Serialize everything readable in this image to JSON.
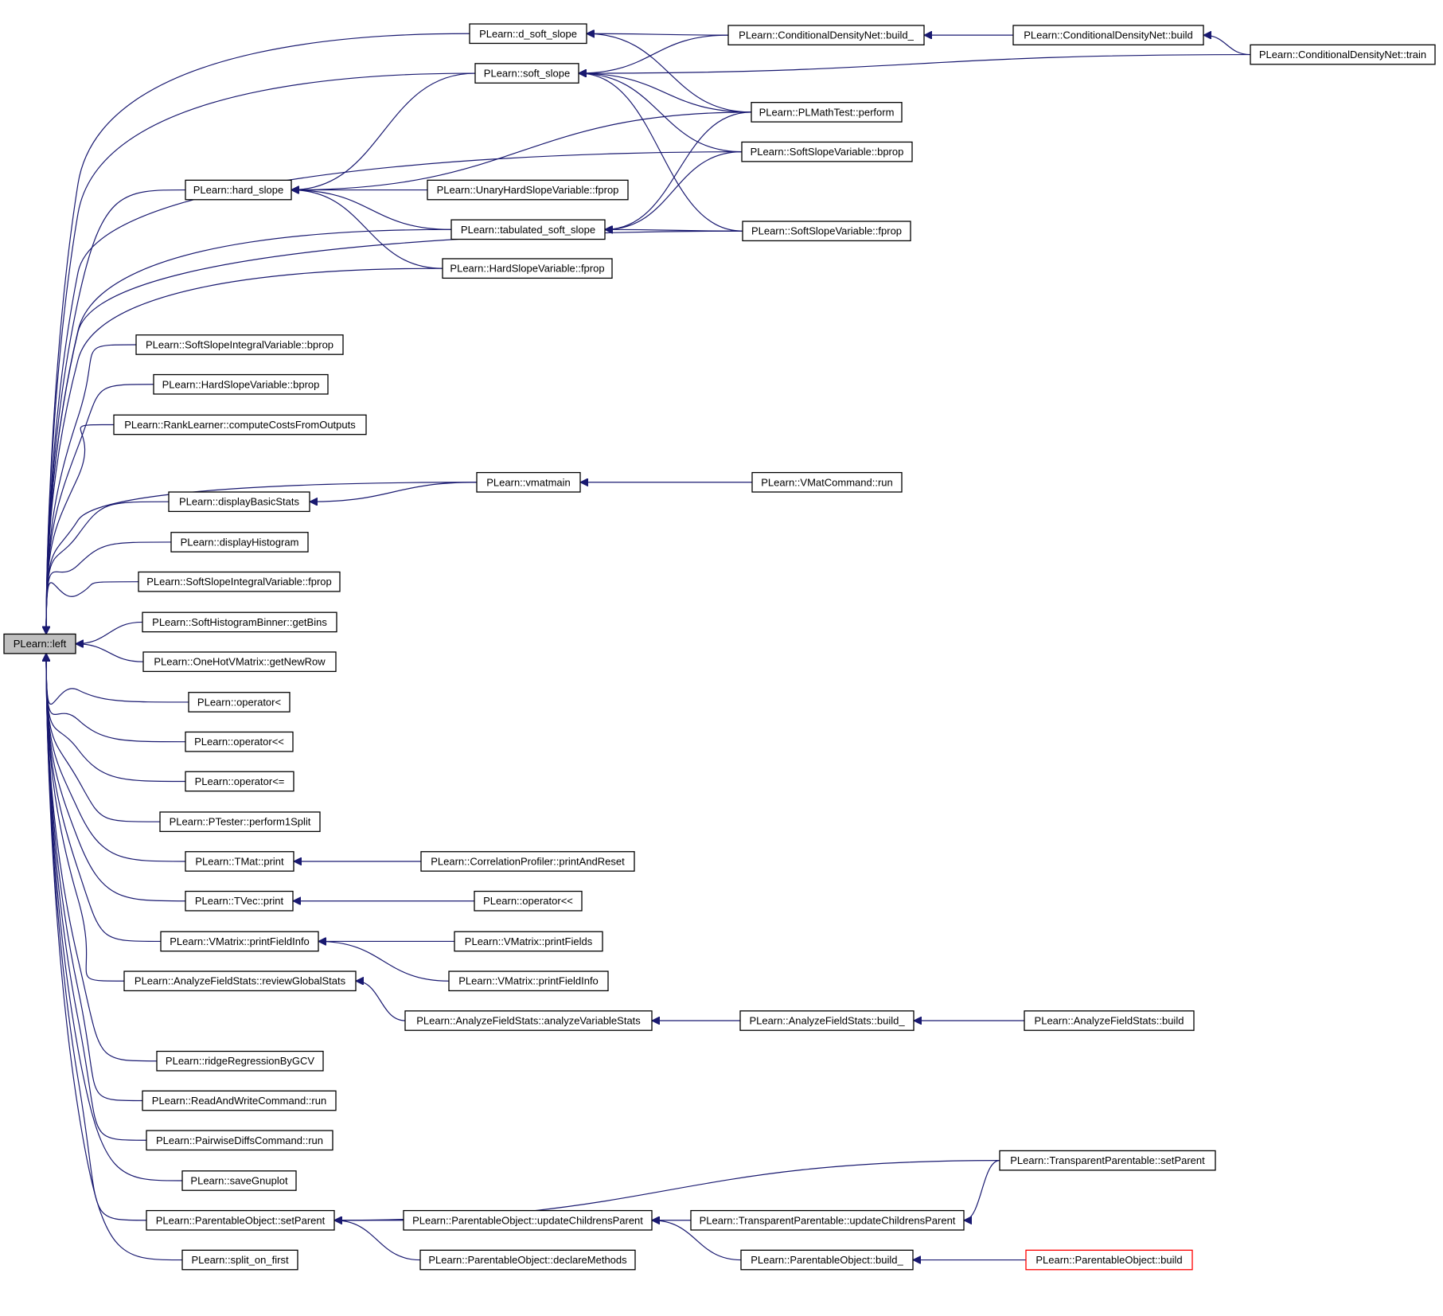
{
  "colors": {
    "edge": "#191970",
    "current_fill": "#bfbfbf",
    "highlight_border": "#ff0000",
    "node_border": "#000000"
  },
  "nodes": [
    {
      "id": "left",
      "label": "PLearn::left",
      "current": true
    },
    {
      "id": "d_soft_slope",
      "label": "PLearn::d_soft_slope"
    },
    {
      "id": "soft_slope",
      "label": "PLearn::soft_slope"
    },
    {
      "id": "hard_slope",
      "label": "PLearn::hard_slope"
    },
    {
      "id": "unary_fprop",
      "label": "PLearn::UnaryHardSlopeVariable::fprop"
    },
    {
      "id": "tabulated_soft_slope",
      "label": "PLearn::tabulated_soft_slope"
    },
    {
      "id": "hsv_fprop",
      "label": "PLearn::HardSlopeVariable::fprop"
    },
    {
      "id": "cdn_build_",
      "label": "PLearn::ConditionalDensityNet::build_"
    },
    {
      "id": "cdn_build",
      "label": "PLearn::ConditionalDensityNet::build"
    },
    {
      "id": "cdn_train",
      "label": "PLearn::ConditionalDensityNet::train"
    },
    {
      "id": "plmathtest",
      "label": "PLearn::PLMathTest::perform"
    },
    {
      "id": "ssv_bprop",
      "label": "PLearn::SoftSlopeVariable::bprop"
    },
    {
      "id": "ssv_fprop",
      "label": "PLearn::SoftSlopeVariable::fprop"
    },
    {
      "id": "ssiv_bprop",
      "label": "PLearn::SoftSlopeIntegralVariable::bprop"
    },
    {
      "id": "hsv_bprop",
      "label": "PLearn::HardSlopeVariable::bprop"
    },
    {
      "id": "rank_learner",
      "label": "PLearn::RankLearner::computeCostsFromOutputs"
    },
    {
      "id": "vmatmain",
      "label": "PLearn::vmatmain"
    },
    {
      "id": "vmatcommand_run",
      "label": "PLearn::VMatCommand::run"
    },
    {
      "id": "display_basic_stats",
      "label": "PLearn::displayBasicStats"
    },
    {
      "id": "display_histogram",
      "label": "PLearn::displayHistogram"
    },
    {
      "id": "ssiv_fprop",
      "label": "PLearn::SoftSlopeIntegralVariable::fprop"
    },
    {
      "id": "shb_getbins",
      "label": "PLearn::SoftHistogramBinner::getBins"
    },
    {
      "id": "onehot_getnewrow",
      "label": "PLearn::OneHotVMatrix::getNewRow"
    },
    {
      "id": "op_lt",
      "label": "PLearn::operator<"
    },
    {
      "id": "op_ltlt",
      "label": "PLearn::operator<<"
    },
    {
      "id": "op_le",
      "label": "PLearn::operator<="
    },
    {
      "id": "ptester",
      "label": "PLearn::PTester::perform1Split"
    },
    {
      "id": "tmat_print",
      "label": "PLearn::TMat::print"
    },
    {
      "id": "corr_profiler",
      "label": "PLearn::CorrelationProfiler::printAndReset"
    },
    {
      "id": "tvec_print",
      "label": "PLearn::TVec::print"
    },
    {
      "id": "op_ltlt2",
      "label": "PLearn::operator<<"
    },
    {
      "id": "vm_printfieldinfo",
      "label": "PLearn::VMatrix::printFieldInfo"
    },
    {
      "id": "vm_printfields",
      "label": "PLearn::VMatrix::printFields"
    },
    {
      "id": "vm_printfieldinfo2",
      "label": "PLearn::VMatrix::printFieldInfo"
    },
    {
      "id": "afs_review",
      "label": "PLearn::AnalyzeFieldStats::reviewGlobalStats"
    },
    {
      "id": "afs_analyze",
      "label": "PLearn::AnalyzeFieldStats::analyzeVariableStats"
    },
    {
      "id": "afs_build_",
      "label": "PLearn::AnalyzeFieldStats::build_"
    },
    {
      "id": "afs_build",
      "label": "PLearn::AnalyzeFieldStats::build"
    },
    {
      "id": "ridge",
      "label": "PLearn::ridgeRegressionByGCV"
    },
    {
      "id": "readwrite_run",
      "label": "PLearn::ReadAndWriteCommand::run"
    },
    {
      "id": "pairwise_run",
      "label": "PLearn::PairwiseDiffsCommand::run"
    },
    {
      "id": "save_gnuplot",
      "label": "PLearn::saveGnuplot"
    },
    {
      "id": "po_setparent",
      "label": "PLearn::ParentableObject::setParent"
    },
    {
      "id": "po_update",
      "label": "PLearn::ParentableObject::updateChildrensParent"
    },
    {
      "id": "tp_update",
      "label": "PLearn::TransparentParentable::updateChildrensParent"
    },
    {
      "id": "tp_setparent",
      "label": "PLearn::TransparentParentable::setParent"
    },
    {
      "id": "po_declare",
      "label": "PLearn::ParentableObject::declareMethods"
    },
    {
      "id": "po_build_",
      "label": "PLearn::ParentableObject::build_"
    },
    {
      "id": "po_build",
      "label": "PLearn::ParentableObject::build",
      "highlight": true
    },
    {
      "id": "split_on_first",
      "label": "PLearn::split_on_first"
    }
  ],
  "edges": [
    [
      "d_soft_slope",
      "left"
    ],
    [
      "soft_slope",
      "left"
    ],
    [
      "ssv_bprop",
      "left"
    ],
    [
      "hard_slope",
      "left"
    ],
    [
      "tabulated_soft_slope",
      "left"
    ],
    [
      "hsv_fprop",
      "left"
    ],
    [
      "ssv_fprop",
      "left"
    ],
    [
      "ssiv_bprop",
      "left"
    ],
    [
      "hsv_bprop",
      "left"
    ],
    [
      "rank_learner",
      "left"
    ],
    [
      "vmatmain",
      "left"
    ],
    [
      "display_basic_stats",
      "left"
    ],
    [
      "display_histogram",
      "left"
    ],
    [
      "ssiv_fprop",
      "left"
    ],
    [
      "shb_getbins",
      "left"
    ],
    [
      "onehot_getnewrow",
      "left"
    ],
    [
      "op_lt",
      "left"
    ],
    [
      "op_ltlt",
      "left"
    ],
    [
      "op_le",
      "left"
    ],
    [
      "ptester",
      "left"
    ],
    [
      "tmat_print",
      "left"
    ],
    [
      "tvec_print",
      "left"
    ],
    [
      "vm_printfieldinfo",
      "left"
    ],
    [
      "afs_review",
      "left"
    ],
    [
      "ridge",
      "left"
    ],
    [
      "readwrite_run",
      "left"
    ],
    [
      "pairwise_run",
      "left"
    ],
    [
      "save_gnuplot",
      "left"
    ],
    [
      "po_setparent",
      "left"
    ],
    [
      "split_on_first",
      "left"
    ],
    [
      "cdn_build_",
      "d_soft_slope"
    ],
    [
      "plmathtest",
      "d_soft_slope"
    ],
    [
      "cdn_build",
      "cdn_build_"
    ],
    [
      "cdn_train",
      "cdn_build"
    ],
    [
      "cdn_build_",
      "soft_slope"
    ],
    [
      "cdn_train",
      "soft_slope"
    ],
    [
      "plmathtest",
      "soft_slope"
    ],
    [
      "ssv_bprop",
      "soft_slope"
    ],
    [
      "ssv_fprop",
      "soft_slope"
    ],
    [
      "soft_slope",
      "hard_slope"
    ],
    [
      "plmathtest",
      "hard_slope"
    ],
    [
      "unary_fprop",
      "hard_slope"
    ],
    [
      "tabulated_soft_slope",
      "hard_slope"
    ],
    [
      "hsv_fprop",
      "hard_slope"
    ],
    [
      "plmathtest",
      "tabulated_soft_slope"
    ],
    [
      "ssv_bprop",
      "tabulated_soft_slope"
    ],
    [
      "ssv_fprop",
      "tabulated_soft_slope"
    ],
    [
      "vmatmain",
      "display_basic_stats"
    ],
    [
      "vmatcommand_run",
      "vmatmain"
    ],
    [
      "corr_profiler",
      "tmat_print"
    ],
    [
      "op_ltlt2",
      "tvec_print"
    ],
    [
      "vm_printfields",
      "vm_printfieldinfo"
    ],
    [
      "vm_printfieldinfo2",
      "vm_printfieldinfo"
    ],
    [
      "afs_analyze",
      "afs_review"
    ],
    [
      "afs_build_",
      "afs_analyze"
    ],
    [
      "afs_build",
      "afs_build_"
    ],
    [
      "tp_setparent",
      "po_setparent"
    ],
    [
      "po_update",
      "po_setparent"
    ],
    [
      "po_declare",
      "po_setparent"
    ],
    [
      "tp_update",
      "po_update"
    ],
    [
      "tp_setparent",
      "tp_update"
    ],
    [
      "po_build_",
      "po_update"
    ],
    [
      "po_build",
      "po_build_"
    ]
  ]
}
